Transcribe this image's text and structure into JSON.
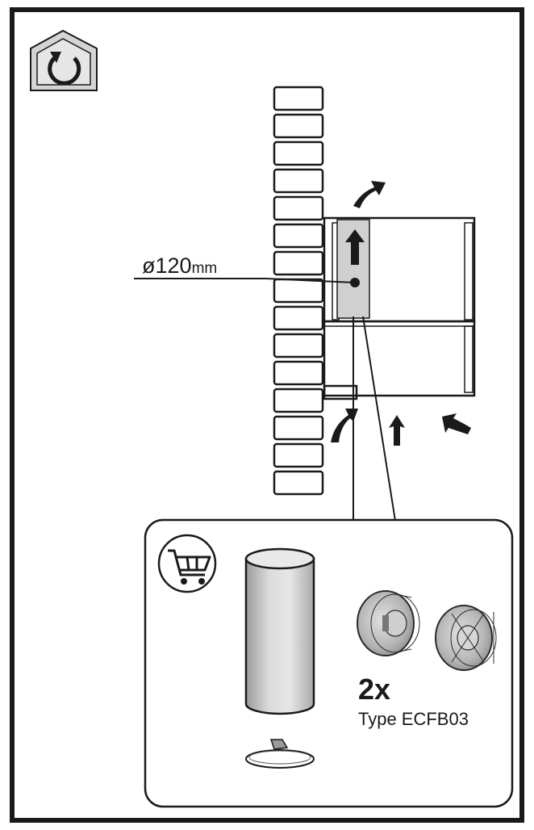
{
  "dimension": {
    "symbol": "ø",
    "value": "120",
    "unit": "mm"
  },
  "parts": {
    "quantity": "2x",
    "type_label": "Type ECFB03"
  },
  "icons": {
    "top_left": "recirculation-house-icon",
    "accessories": "shopping-cart-icon"
  },
  "colors": {
    "ink": "#1a1a1a",
    "panel_fill": "#d0d0d0",
    "filter_fill": "#bdbdbd"
  }
}
